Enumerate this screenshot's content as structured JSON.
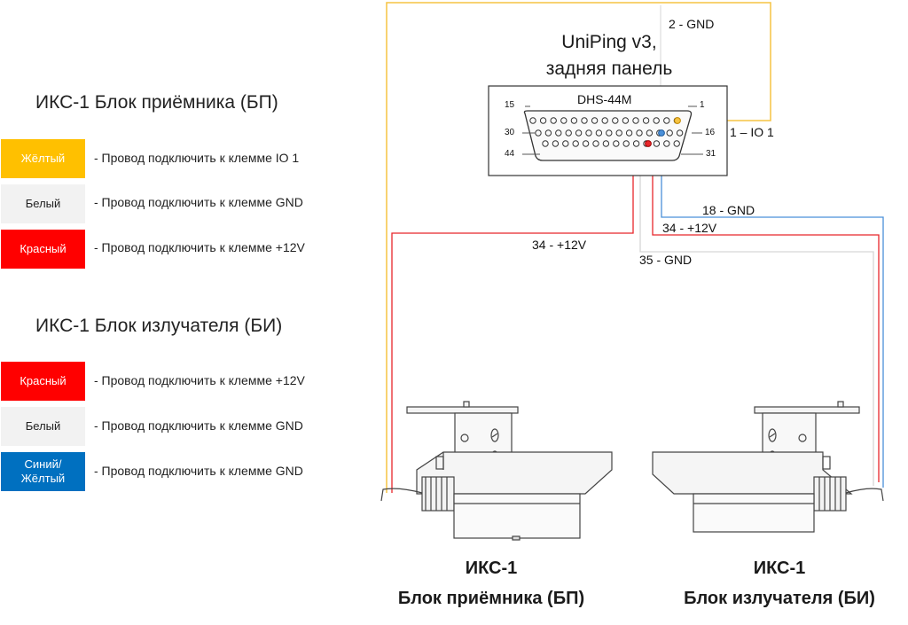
{
  "legend": {
    "receiver": {
      "title": "ИКС-1 Блок приёмника (БП)",
      "rows": [
        {
          "swatch": "Жёлтый",
          "text": "- Провод подключить к клемме IO 1",
          "bg": "#FFC000",
          "fg": "#ffffff"
        },
        {
          "swatch": "Белый",
          "text": "- Провод подключить к клемме GND",
          "bg": "#F2F2F2",
          "fg": "#222222"
        },
        {
          "swatch": "Красный",
          "text": "- Провод подключить к клемме +12V",
          "bg": "#FF0000",
          "fg": "#ffffff"
        }
      ]
    },
    "emitter": {
      "title": "ИКС-1 Блок излучателя (БИ)",
      "rows": [
        {
          "swatch": "Красный",
          "text": "- Провод подключить к клемме +12V",
          "bg": "#FF0000",
          "fg": "#ffffff"
        },
        {
          "swatch": "Белый",
          "text": "- Провод подключить к клемме GND",
          "bg": "#F2F2F2",
          "fg": "#222222"
        },
        {
          "swatch": "Синий/\nЖёлтый",
          "text": "- Провод подключить к клемме GND",
          "bg": "#0070C0",
          "fg": "#ffffff"
        }
      ]
    }
  },
  "panel": {
    "title_line1": "UniPing v3,",
    "title_line2": "задняя панель",
    "connector": "DHS-44M",
    "pins": {
      "p15": "15",
      "p1": "1",
      "p30": "30",
      "p16": "16",
      "p44": "44",
      "p31": "31"
    }
  },
  "wires": {
    "gnd2": "2 - GND",
    "io1": "1 – IO 1",
    "gnd18": "18 - GND",
    "v12_emitter": "34 - +12V",
    "v12_receiver": "34 - +12V",
    "gnd35": "35 - GND"
  },
  "devices": {
    "receiver": {
      "line1": "ИКС-1",
      "line2": "Блок приёмника (БП)"
    },
    "emitter": {
      "line1": "ИКС-1",
      "line2": "Блок излучателя (БИ)"
    }
  },
  "colors": {
    "yellow": "#F5C342",
    "red": "#E8262B",
    "white_wire": "#D9D9D9",
    "blue": "#4A90D9",
    "device": "#555555"
  }
}
